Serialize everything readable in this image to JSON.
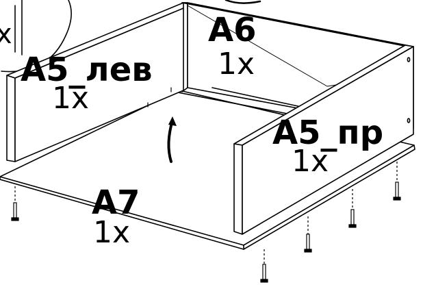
{
  "labels": {
    "a5_left": {
      "part": "A5_лев",
      "qty": "1x"
    },
    "a6": {
      "part": "A6",
      "qty": "1x"
    },
    "a5_right": {
      "part": "A5_пр",
      "qty": "1x"
    },
    "a7": {
      "part": "A7",
      "qty": "1x"
    }
  },
  "inset": {
    "text": "x"
  },
  "colors": {
    "line": "#000000",
    "panel": "#ffffff",
    "halo": "#ffffff"
  },
  "icons": {
    "screw": "screw-icon",
    "rotation": "rotation-arrow-icon",
    "hole": "hole-icon"
  }
}
